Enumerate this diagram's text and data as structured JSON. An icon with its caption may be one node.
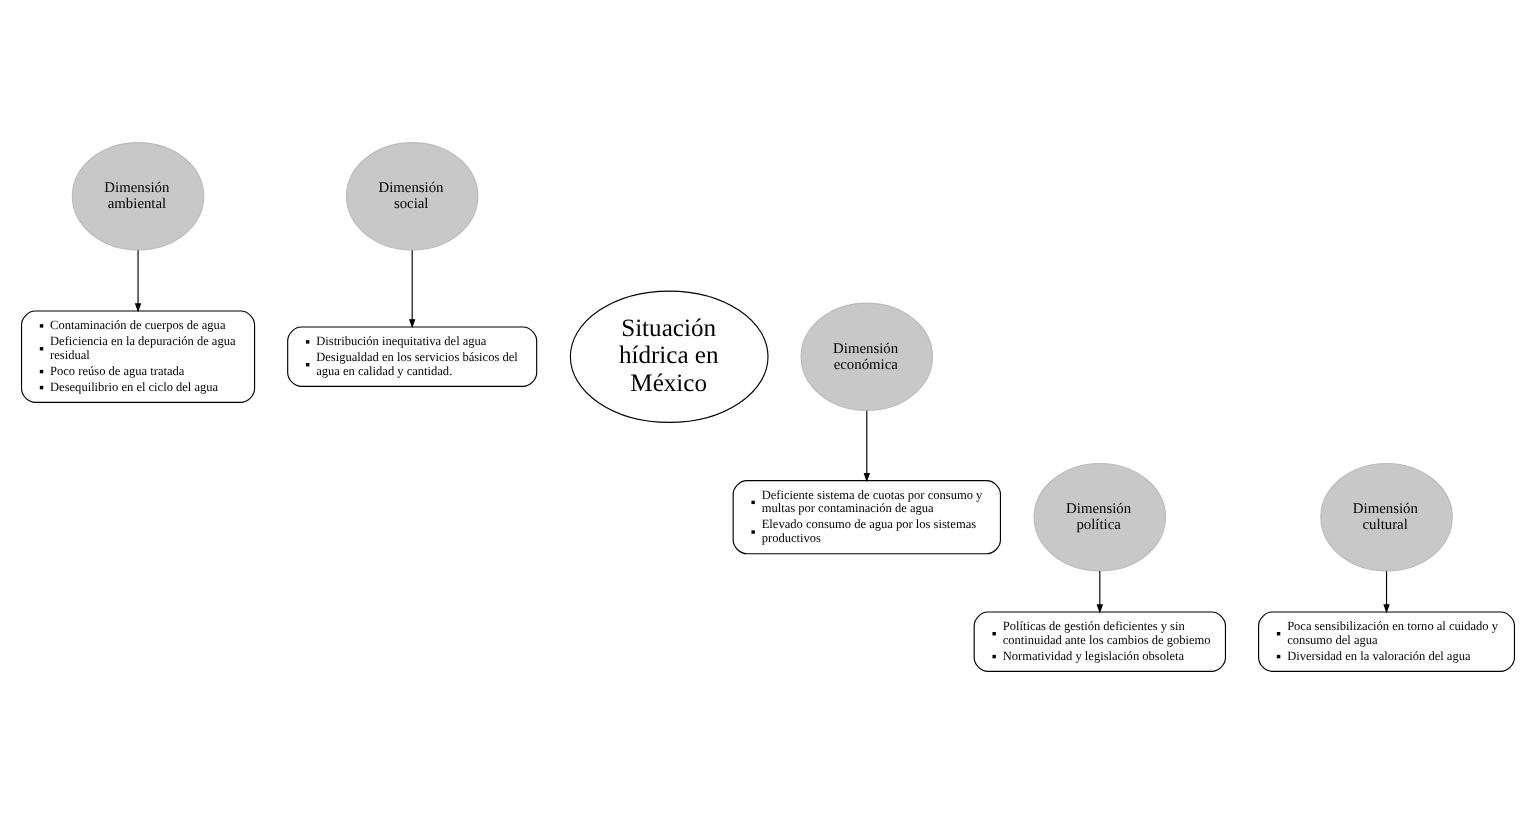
{
  "diagram": {
    "nodes": [
      {
        "text": [
          "Dimensión ambiental"
        ]
      },
      {
        "text": [
          "Contaminación de cuerpos de agua",
          "Deficiencia en la depuración de agua residual",
          "Poco reúso de agua tratada",
          "Desequilibrio en el ciclo del agua"
        ]
      },
      {
        "text": [
          "Dimensión social"
        ]
      },
      {
        "text": [
          "Distribución inequitativa del agua",
          "Desigualdad en los servicios básicos del agua en calidad y cantidad."
        ]
      },
      {
        "text": [
          "Situación hídrica en México"
        ]
      },
      {
        "text": [
          "Dimensión económica"
        ]
      },
      {
        "text": [
          "Dimensión política"
        ]
      },
      {
        "text": [
          "Dimensión cultural"
        ]
      },
      {
        "text": [
          "Deficiente sistema de cuotas por consumo y multas por contaminación de agua",
          "Elevado consumo de agua por los sistemas productivos"
        ]
      },
      {
        "text": [
          "Políticas de gestión deficientes y sin continuidad ante los cambios de gobiemo",
          "Normatividad y legislación obsoleta"
        ]
      },
      {
        "text": [
          "Poca sensibilización en torno al cuidado y consumo del agua",
          "Diversidad en la valoración del agua"
        ]
      }
    ],
    "edges": [
      {
        "from": 0,
        "to": 1,
        "arrow": "to"
      },
      {
        "from": 2,
        "to": 3,
        "arrow": "to"
      },
      {
        "from": 5,
        "to": 8,
        "arrow": "to"
      },
      {
        "from": 6,
        "to": 9,
        "arrow": "to"
      },
      {
        "from": 7,
        "to": 10,
        "arrow": "to"
      }
    ]
  }
}
